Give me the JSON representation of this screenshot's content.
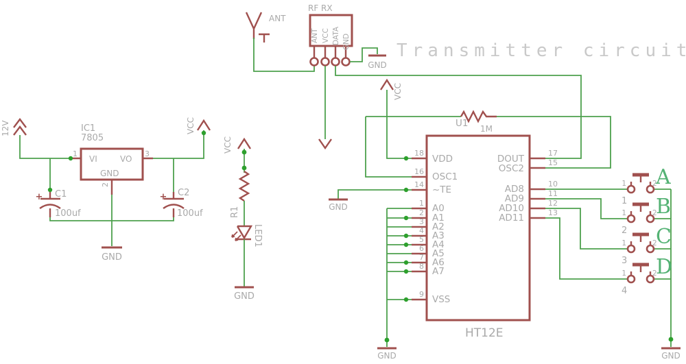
{
  "title": "Transmitter circuit",
  "labels": {
    "gnd": "GND",
    "vcc": "VCC",
    "v12": "12V",
    "ant": "ANT",
    "plus": "+"
  },
  "rf_module": {
    "name": "RF RX",
    "pin_ant": "ANT",
    "pin_vcc": "VCC",
    "pin_data": "DATA",
    "pin_gnd": "GND"
  },
  "regulator": {
    "name": "IC1",
    "value": "7805",
    "vi": "VI",
    "vo": "VO",
    "gnd": "GND",
    "pin1": "1",
    "pin2": "2",
    "pin3": "3"
  },
  "cap1": {
    "name": "C1",
    "value": "100uf"
  },
  "cap2": {
    "name": "C2",
    "value": "100uf"
  },
  "led_branch": {
    "res_name": "R1",
    "led_name": "LED1"
  },
  "encoder": {
    "ref": "U1",
    "osc_res": "1M",
    "part": "HT12E",
    "left": [
      {
        "n": "18",
        "p": "VDD"
      },
      {
        "n": "16",
        "p": "OSC1"
      },
      {
        "n": "14",
        "p": "~TE"
      },
      {
        "n": "1",
        "p": "A0"
      },
      {
        "n": "2",
        "p": "A1"
      },
      {
        "n": "3",
        "p": "A2"
      },
      {
        "n": "4",
        "p": "A3"
      },
      {
        "n": "5",
        "p": "A4"
      },
      {
        "n": "6",
        "p": "A5"
      },
      {
        "n": "7",
        "p": "A6"
      },
      {
        "n": "8",
        "p": "A7"
      },
      {
        "n": "9",
        "p": "VSS"
      }
    ],
    "right": [
      {
        "n": "17",
        "p": "DOUT"
      },
      {
        "n": "15",
        "p": "OSC2"
      },
      {
        "n": "10",
        "p": "AD8"
      },
      {
        "n": "11",
        "p": "AD9"
      },
      {
        "n": "12",
        "p": "AD10"
      },
      {
        "n": "13",
        "p": "AD11"
      }
    ]
  },
  "buttons": [
    {
      "letter": "A",
      "des": "1",
      "p1": "1",
      "p2": "2"
    },
    {
      "letter": "B",
      "des": "2",
      "p1": "1",
      "p2": "2"
    },
    {
      "letter": "C",
      "des": "3",
      "p1": "1",
      "p2": "2"
    },
    {
      "letter": "D",
      "des": "4",
      "p1": "1",
      "p2": "2"
    }
  ],
  "colors": {
    "component": "#a0504e",
    "wire": "#4da04d",
    "junction": "#2da02d",
    "text_gray": "#a9a9a9",
    "title_gray": "#c9c9c9",
    "button_letter_green": "#54b274"
  }
}
